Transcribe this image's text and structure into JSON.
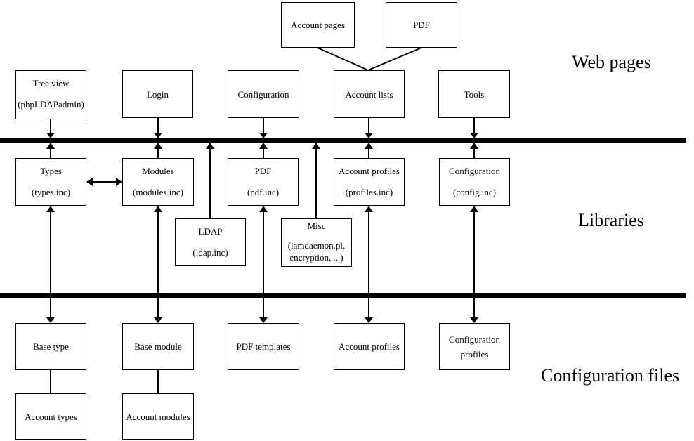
{
  "section_labels": {
    "web_pages": "Web pages",
    "libraries": "Libraries",
    "configuration_files": "Configuration files"
  },
  "nodes": {
    "account_pages": {
      "lines": [
        "Account pages"
      ]
    },
    "pdf_page": {
      "lines": [
        "PDF"
      ]
    },
    "tree_view": {
      "lines": [
        "Tree view",
        "(phpLDAPadmin)"
      ]
    },
    "login": {
      "lines": [
        "Login"
      ]
    },
    "configuration_page": {
      "lines": [
        "Configuration"
      ]
    },
    "account_lists": {
      "lines": [
        "Account lists"
      ]
    },
    "tools": {
      "lines": [
        "Tools"
      ]
    },
    "types_lib": {
      "lines": [
        "Types",
        "(types.inc)"
      ]
    },
    "modules_lib": {
      "lines": [
        "Modules",
        "(modules.inc)"
      ]
    },
    "pdf_lib": {
      "lines": [
        "PDF",
        "(pdf.inc)"
      ]
    },
    "account_profiles_lib": {
      "lines": [
        "Account profiles",
        "(profiles.inc)"
      ]
    },
    "configuration_lib": {
      "lines": [
        "Configuration",
        "(config.inc)"
      ]
    },
    "ldap_lib": {
      "lines": [
        "LDAP",
        "(ldap.inc)"
      ]
    },
    "misc_lib": {
      "lines": [
        "Misc",
        "(lamdaemon.pl,",
        "encryption, ...)"
      ]
    },
    "base_type": {
      "lines": [
        "Base type"
      ]
    },
    "base_module": {
      "lines": [
        "Base module"
      ]
    },
    "pdf_templates": {
      "lines": [
        "PDF templates"
      ]
    },
    "account_profiles_file": {
      "lines": [
        "Account profiles"
      ]
    },
    "configuration_profiles": {
      "lines": [
        "Configuration",
        "profiles"
      ]
    },
    "account_types": {
      "lines": [
        "Account types"
      ]
    },
    "account_modules": {
      "lines": [
        "Account modules"
      ]
    }
  },
  "edges": [
    {
      "from": "account_pages",
      "to": "account_lists",
      "style": "line"
    },
    {
      "from": "pdf_page",
      "to": "account_lists",
      "style": "line"
    },
    {
      "from": "tree_view",
      "to": "web_libraries_bus",
      "style": "arrow-into-bus"
    },
    {
      "from": "login",
      "to": "web_libraries_bus",
      "style": "arrow-into-bus"
    },
    {
      "from": "configuration_page",
      "to": "web_libraries_bus",
      "style": "arrow-into-bus"
    },
    {
      "from": "account_lists",
      "to": "web_libraries_bus",
      "style": "arrow-into-bus"
    },
    {
      "from": "tools",
      "to": "web_libraries_bus",
      "style": "arrow-into-bus"
    },
    {
      "from": "types_lib",
      "to": "web_libraries_bus",
      "style": "arrow-into-bus"
    },
    {
      "from": "modules_lib",
      "to": "web_libraries_bus",
      "style": "arrow-into-bus"
    },
    {
      "from": "pdf_lib",
      "to": "web_libraries_bus",
      "style": "arrow-into-bus"
    },
    {
      "from": "account_profiles_lib",
      "to": "web_libraries_bus",
      "style": "arrow-into-bus"
    },
    {
      "from": "configuration_lib",
      "to": "web_libraries_bus",
      "style": "arrow-into-bus"
    },
    {
      "from": "ldap_lib",
      "to": "web_libraries_bus",
      "style": "arrow-into-bus"
    },
    {
      "from": "misc_lib",
      "to": "web_libraries_bus",
      "style": "arrow-into-bus"
    },
    {
      "from": "types_lib",
      "to": "modules_lib",
      "style": "arrow-both"
    },
    {
      "from": "types_lib",
      "to": "base_type",
      "style": "arrow-both"
    },
    {
      "from": "modules_lib",
      "to": "base_module",
      "style": "arrow-both"
    },
    {
      "from": "pdf_lib",
      "to": "pdf_templates",
      "style": "arrow-both"
    },
    {
      "from": "account_profiles_lib",
      "to": "account_profiles_file",
      "style": "arrow-both"
    },
    {
      "from": "configuration_lib",
      "to": "configuration_profiles",
      "style": "arrow-both"
    },
    {
      "from": "base_type",
      "to": "account_types",
      "style": "line"
    },
    {
      "from": "base_module",
      "to": "account_modules",
      "style": "line"
    }
  ],
  "colors": {
    "line": "#000000",
    "box_border": "#000000",
    "background": "#ffffff",
    "text": "#000000"
  }
}
